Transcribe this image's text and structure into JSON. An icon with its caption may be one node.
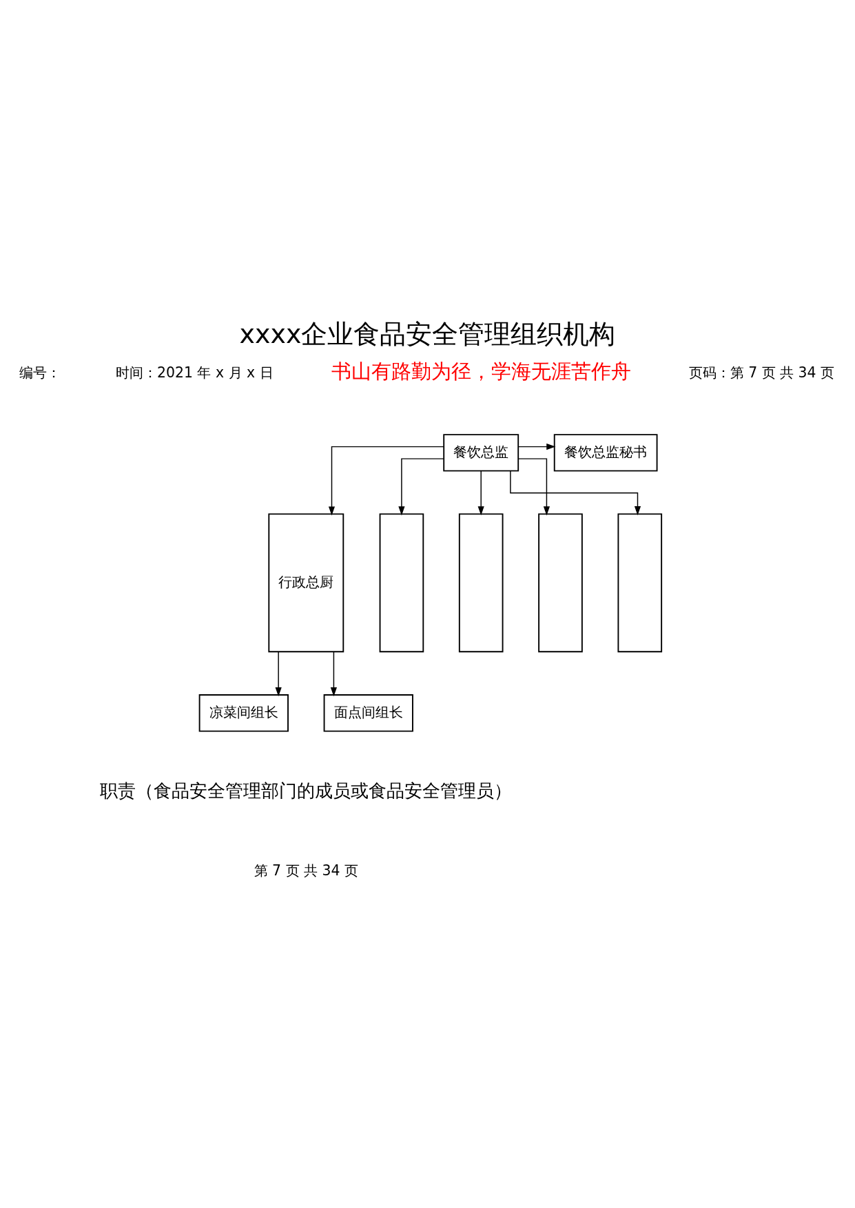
{
  "diagram": {
    "title": "xxxx企业食品安全管理组织机构",
    "nodes": [
      {
        "text": [
          "餐饮总监"
        ]
      },
      {
        "text": [
          "餐饮总监秘书"
        ]
      },
      {
        "text": [
          "行政总厨"
        ]
      },
      {
        "text": [],
        "shape": "box"
      },
      {
        "text": [],
        "shape": "box"
      },
      {
        "text": [],
        "shape": "box"
      },
      {
        "text": [],
        "shape": "box"
      },
      {
        "text": [
          "凉菜间组长"
        ]
      },
      {
        "text": [
          "面点间组长"
        ]
      }
    ],
    "edges": [
      {
        "from": 0,
        "to": 1,
        "arrow": "to"
      },
      {
        "from": 0,
        "to": 2,
        "arrow": "to"
      },
      {
        "from": 0,
        "to": 3,
        "arrow": "to"
      },
      {
        "from": 0,
        "to": 4,
        "arrow": "to"
      },
      {
        "from": 0,
        "to": 5,
        "arrow": "to"
      },
      {
        "from": 0,
        "to": 6,
        "arrow": "to"
      },
      {
        "from": 2,
        "to": 7,
        "arrow": "to"
      },
      {
        "from": 2,
        "to": 8,
        "arrow": "to"
      }
    ],
    "labels": [
      "编号：",
      "时间：2021 年 x 月 x 日",
      "书山有路勤为径，学海无涯苦作舟",
      "页码：第 7 页 共 34 页",
      "职责（食品安全管理部门的成员或食品安全管理员）",
      "第 7 页 共 34 页"
    ]
  }
}
